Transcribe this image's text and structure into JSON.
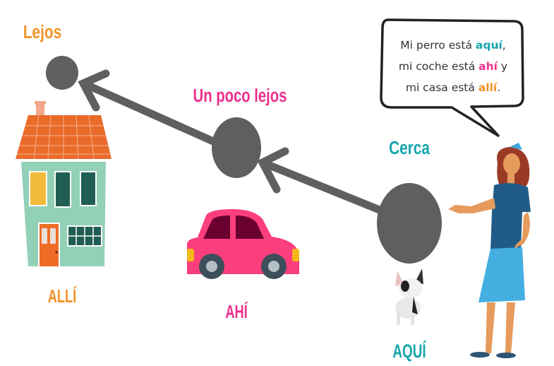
{
  "labels": {
    "far": "Lejos",
    "medium": "Un poco lejos",
    "near": "Cerca",
    "there_far": "ALLÍ",
    "there": "AHÍ",
    "here": "AQUÍ"
  },
  "speech_bubble": {
    "line1_prefix": "Mi perro está ",
    "line1_highlight": "aquí",
    "line1_suffix": ",",
    "line2_prefix": "mi coche está ",
    "line2_highlight": "ahí",
    "line2_suffix": " y",
    "line3_prefix": "mi casa está ",
    "line3_highlight": "allí",
    "line3_suffix": "."
  },
  "colors": {
    "orange": "#f39228",
    "pink": "#ec2f8e",
    "teal": "#16a5ad",
    "gray": "#5f5e60"
  }
}
